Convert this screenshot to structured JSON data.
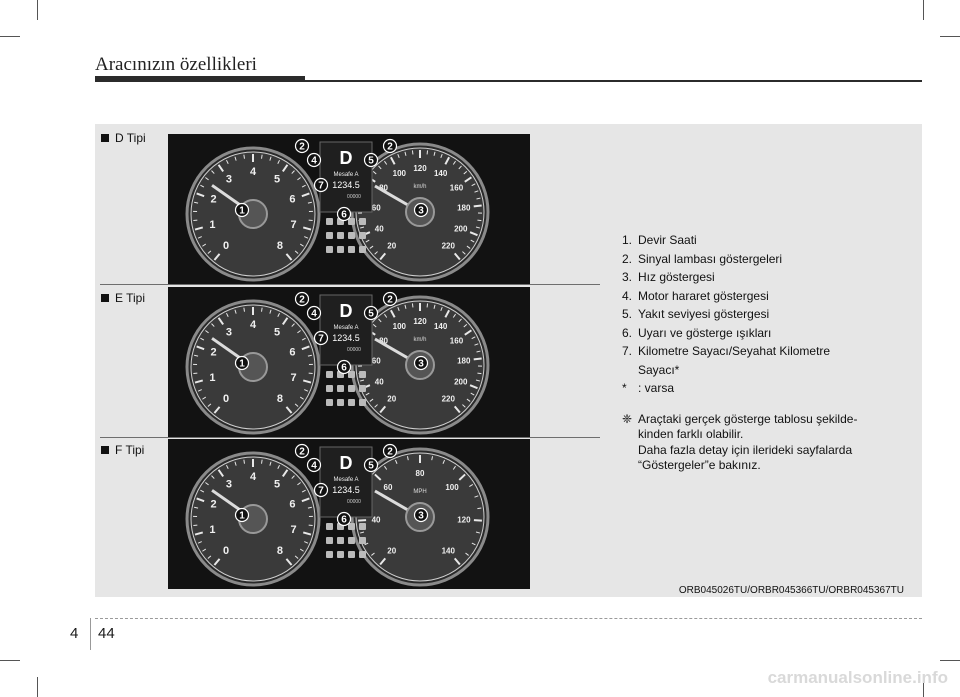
{
  "header": {
    "title": "Aracınızın özellikleri"
  },
  "types": [
    {
      "label": "D Tipi",
      "speed_ticks": [
        "20",
        "40",
        "60",
        "80",
        "100",
        "120",
        "140",
        "160",
        "180",
        "200",
        "220"
      ],
      "unit": "km/h"
    },
    {
      "label": "E Tipi",
      "speed_ticks": [
        "20",
        "40",
        "60",
        "80",
        "100",
        "120",
        "140",
        "160",
        "180",
        "200",
        "220"
      ],
      "unit": "km/h"
    },
    {
      "label": "F Tipi",
      "speed_ticks": [
        "20",
        "40",
        "60",
        "80",
        "100",
        "120",
        "140"
      ],
      "unit": "MPH"
    }
  ],
  "cluster_display": {
    "gear": "D",
    "trip_label": "Mesafe A",
    "trip_value": "1234.5",
    "odo_value": "00000",
    "rpm_ticks": [
      "0",
      "1",
      "2",
      "3",
      "4",
      "5",
      "6",
      "7",
      "8"
    ]
  },
  "callouts": [
    "1",
    "2",
    "3",
    "4",
    "5",
    "6",
    "7"
  ],
  "legend": {
    "items": [
      {
        "num": "1.",
        "text": "Devir Saati"
      },
      {
        "num": "2.",
        "text": "Sinyal lambası göstergeleri"
      },
      {
        "num": "3.",
        "text": "Hız göstergesi"
      },
      {
        "num": "4.",
        "text": "Motor hararet göstergesi"
      },
      {
        "num": "5.",
        "text": "Yakıt seviyesi göstergesi"
      },
      {
        "num": "6.",
        "text": "Uyarı ve gösterge ışıkları"
      },
      {
        "num": "7.",
        "text": "Kilometre Sayacı/Seyahat Kilometre Sayacı*"
      },
      {
        "num": "*",
        "text": ": varsa"
      }
    ],
    "note_symbol": "❈",
    "note_lines": [
      "Araçtaki gerçek gösterge tablosu şekilde-",
      "kinden farklı olabilir.",
      "Daha fazla detay için ilerideki sayfalarda",
      "“Göstergeler”e bakınız."
    ]
  },
  "caption": "ORB045026TU/ORBR045366TU/ORBR045367TU",
  "footer": {
    "chapter": "4",
    "page": "44"
  },
  "watermark": "carmanualsonline.info"
}
